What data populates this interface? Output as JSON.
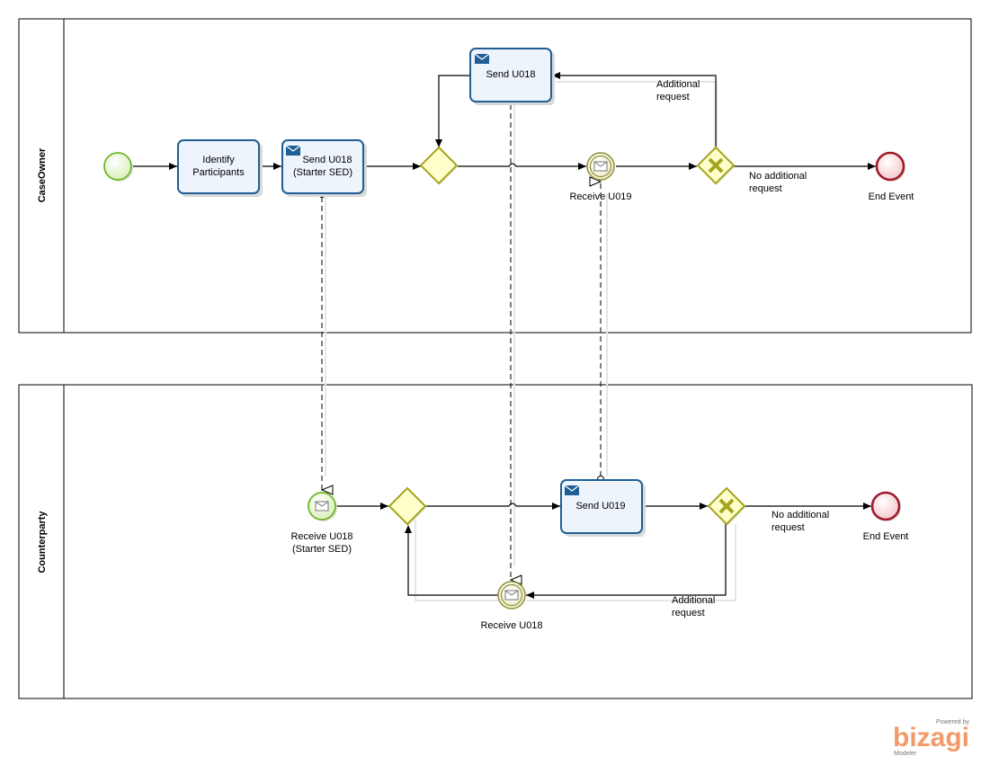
{
  "pools": {
    "caseowner": "CaseOwner",
    "counterparty": "Counterparty"
  },
  "tasks": {
    "identify_line1": "Identify",
    "identify_line2": "Participants",
    "send_u018_starter_line1": "Send U018",
    "send_u018_starter_line2": "(Starter SED)",
    "send_u018": "Send U018",
    "send_u019": "Send U019"
  },
  "events": {
    "receive_u019": "Receive U019",
    "end_event_top": "End  Event",
    "receive_u018_starter_line1": "Receive U018",
    "receive_u018_starter_line2": "(Starter SED)",
    "receive_u018": "Receive U018",
    "end_event_bottom": "End Event"
  },
  "flows": {
    "top_additional_line1": "Additional",
    "top_additional_line2": "request",
    "top_no_additional_line1": "No additional",
    "top_no_additional_line2": "request",
    "bottom_no_additional_line1": "No additional",
    "bottom_no_additional_line2": "request",
    "bottom_additional_line1": "Additional",
    "bottom_additional_line2": "request"
  },
  "branding": {
    "powered_by": "Powered by",
    "name": "bizagi",
    "product": "Modeler"
  },
  "colors": {
    "task_border": "#1f5f95",
    "task_fill": "#eef4fc",
    "gateway_fill": "#ffffcc",
    "gateway_border": "#a5a51c",
    "start_event": "#6fb628",
    "end_event": "#a01c2b",
    "logo": "#f39a6a"
  }
}
